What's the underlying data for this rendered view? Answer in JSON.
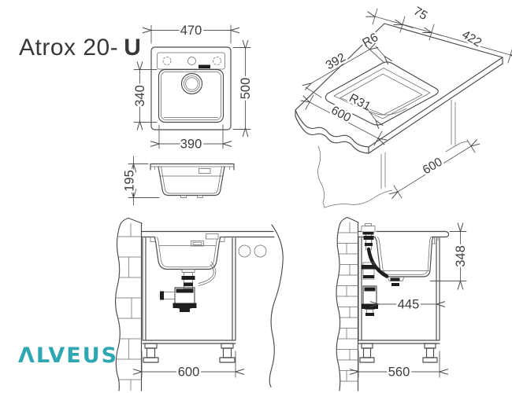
{
  "title": {
    "prefix": "Atrox 20-",
    "suffix": "U"
  },
  "brand": {
    "logo_text": "ΛLVEUS",
    "color": "#2ea7b2"
  },
  "colors": {
    "line": "#4a4a4a",
    "text": "#3c3c3c",
    "background": "#ffffff"
  },
  "views": {
    "top": {
      "overall_width": "470",
      "overall_depth": "500",
      "bowl_depth": "340",
      "bowl_width": "390"
    },
    "profile": {
      "bowl_height": "195"
    },
    "cutout_iso": {
      "edge_offset": "75",
      "edge_to_corner": "422",
      "edge_radius": "R6",
      "cutout_length": "392",
      "inner_corner_radius": "R31",
      "worktop_depth": "600",
      "worktop_width": "600"
    },
    "front_install": {
      "cabinet_width": "600"
    },
    "side_install": {
      "mounting_depth": "348",
      "trap_distance": "445",
      "cabinet_depth": "560"
    }
  }
}
